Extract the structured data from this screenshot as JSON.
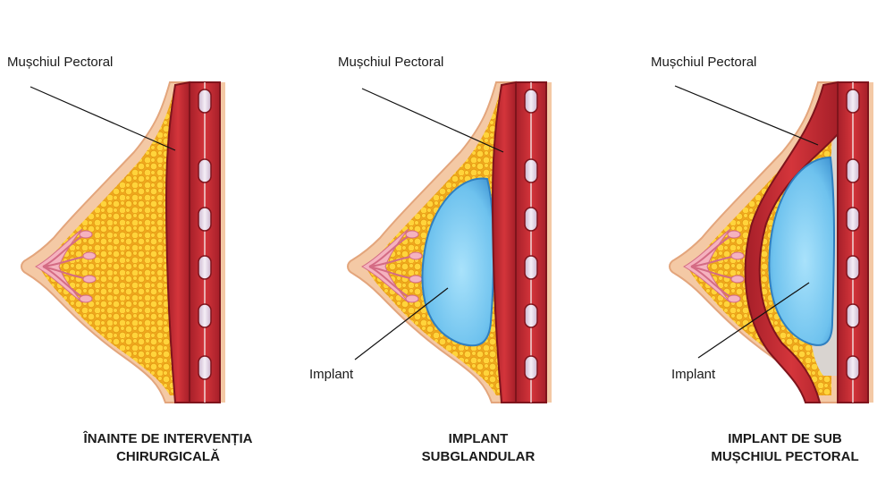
{
  "panels": [
    {
      "muscle_label": "Mușchiul Pectoral",
      "implant_label": "",
      "caption_line1": "ÎNAINTE DE INTERVENȚIA",
      "caption_line2": "CHIRURGICALĂ"
    },
    {
      "muscle_label": "Mușchiul Pectoral",
      "implant_label": "Implant",
      "caption_line1": "IMPLANT",
      "caption_line2": "SUBGLANDULAR"
    },
    {
      "muscle_label": "Mușchiul Pectoral",
      "implant_label": "Implant",
      "caption_line1": "IMPLANT DE SUB",
      "caption_line2": "MUȘCHIUL PECTORAL"
    }
  ],
  "colors": {
    "skin": "#f4c9a5",
    "skin_edge": "#e3a57c",
    "fat": "#f7c52c",
    "fat_bg": "#f3a91f",
    "muscle": "#c62c33",
    "muscle_dark": "#8e1a22",
    "rib": "#e8dde8",
    "implant": "#6ec2ee",
    "implant_edge": "#3a8fd0",
    "gland": "#f2a3b3"
  }
}
